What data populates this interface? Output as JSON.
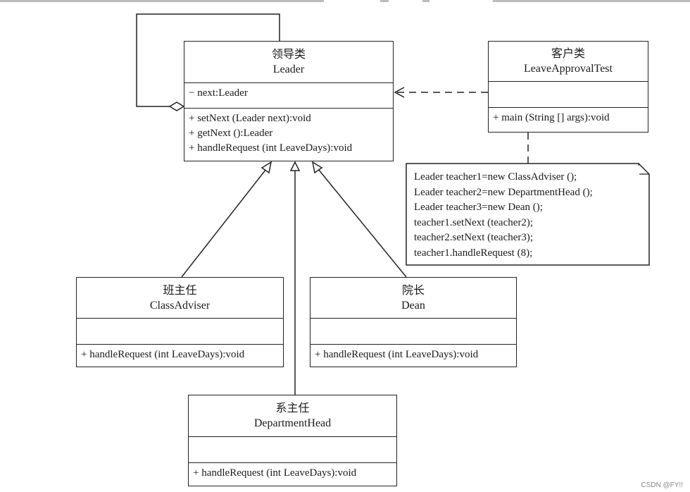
{
  "leader": {
    "name_cn": "领导类",
    "name_en": "Leader",
    "attributes": [
      "− next:Leader"
    ],
    "operations": [
      "+ setNext (Leader next):void",
      "+ getNext ():Leader",
      "+ handleRequest (int LeaveDays):void"
    ]
  },
  "client": {
    "name_cn": "客户类",
    "name_en": "LeaveApprovalTest",
    "attributes": [],
    "operations": [
      "+ main (String [] args):void"
    ]
  },
  "class_adviser": {
    "name_cn": "班主任",
    "name_en": "ClassAdviser",
    "attributes": [],
    "operations": [
      "+ handleRequest (int LeaveDays):void"
    ]
  },
  "dean": {
    "name_cn": "院长",
    "name_en": "Dean",
    "attributes": [],
    "operations": [
      "+ handleRequest (int LeaveDays):void"
    ]
  },
  "department_head": {
    "name_cn": "系主任",
    "name_en": "DepartmentHead",
    "attributes": [],
    "operations": [
      "+ handleRequest (int LeaveDays):void"
    ]
  },
  "note": {
    "lines": [
      "Leader teacher1=new ClassAdviser ();",
      "Leader teacher2=new DepartmentHead ();",
      "Leader teacher3=new Dean ();",
      "teacher1.setNext (teacher2);",
      "teacher2.setNext (teacher3);",
      "teacher1.handleRequest (8);"
    ]
  },
  "watermark": "CSDN @FY!!"
}
